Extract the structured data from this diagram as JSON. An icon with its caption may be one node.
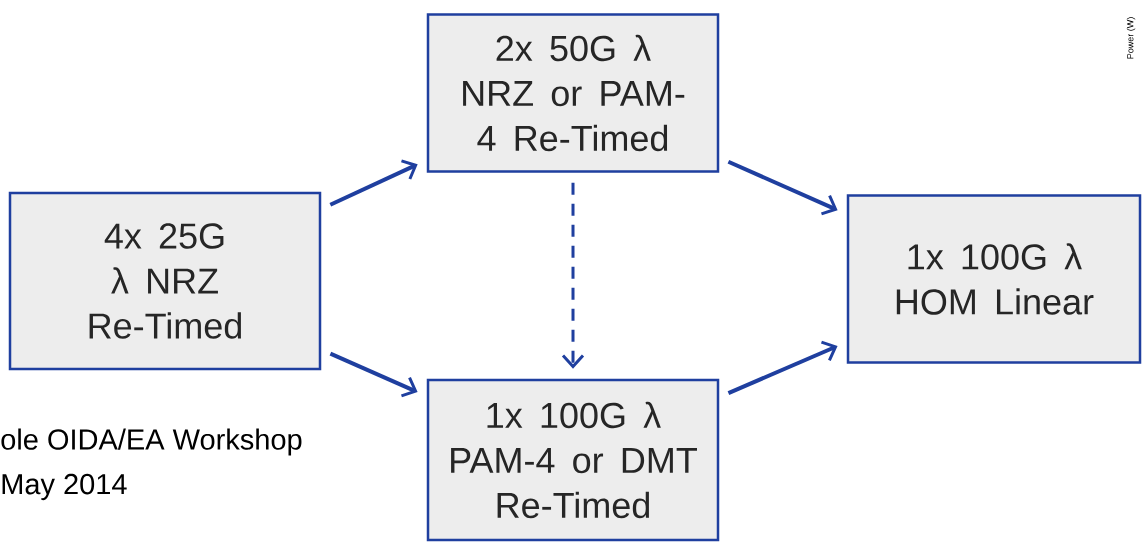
{
  "diagram": {
    "nodes": [
      {
        "text": [
          "4x 25G λ NRZ Re-Timed"
        ]
      },
      {
        "text": [
          "2x 50G λ NRZ or PAM-4 Re-Timed"
        ]
      },
      {
        "text": [
          "1x 100G λ PAM-4 or DMT Re-Timed"
        ]
      },
      {
        "text": [
          "1x 100G λ HOM Linear"
        ]
      }
    ],
    "edges": [
      {
        "from": 0,
        "to": 1,
        "arrow": "to"
      },
      {
        "from": 1,
        "to": 3,
        "arrow": "to"
      },
      {
        "from": 0,
        "to": 2,
        "arrow": "to"
      },
      {
        "from": 2,
        "to": 3,
        "arrow": "to"
      },
      {
        "from": 1,
        "to": 2,
        "arrow": "to",
        "style": "dashed"
      }
    ],
    "labels": [
      "ole OIDA/EA Workshop",
      "May 2014",
      "Power (W)"
    ]
  }
}
